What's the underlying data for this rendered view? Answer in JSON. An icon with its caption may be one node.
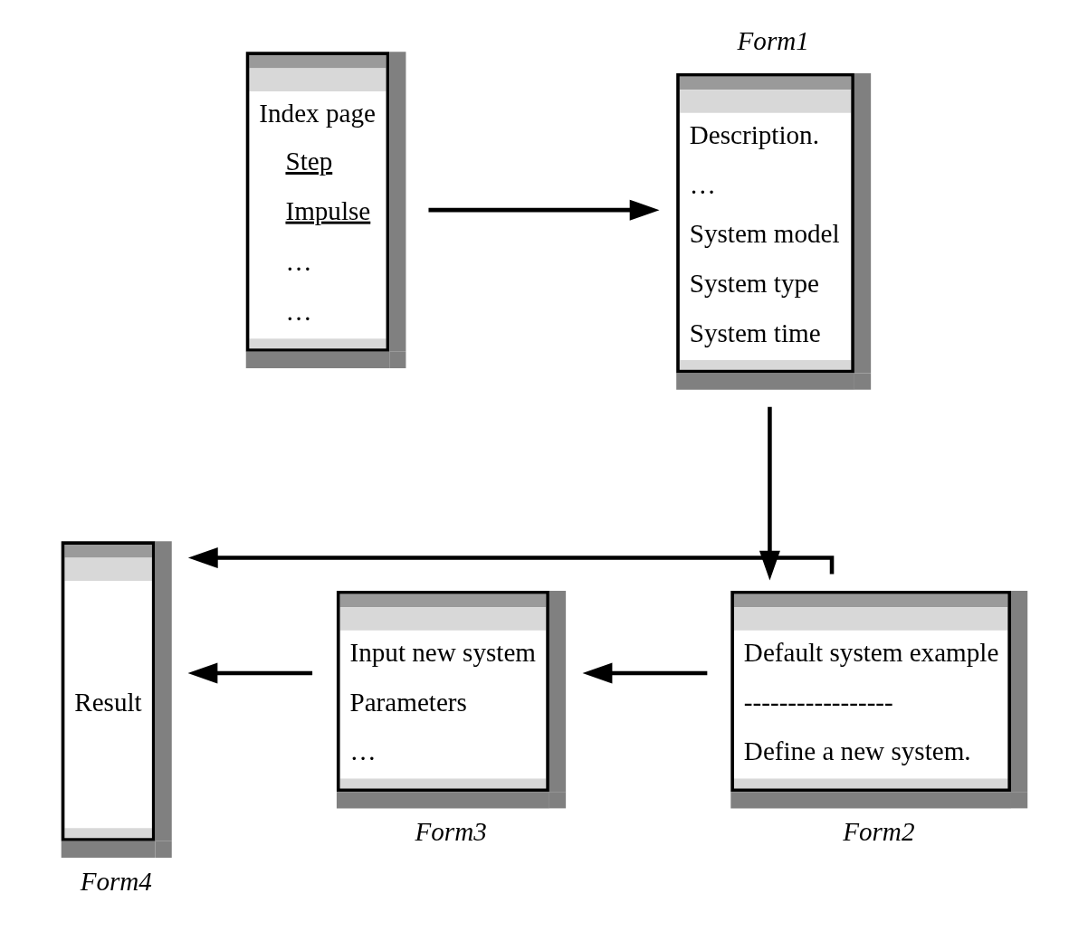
{
  "diagram": {
    "nodes": [
      {
        "text": [
          "Index page",
          "Step",
          "Impulse",
          "…",
          "…"
        ]
      },
      {
        "text": [
          "Description.",
          "…",
          "System model",
          "System type",
          "System time"
        ],
        "beside": [
          "Form1"
        ]
      },
      {
        "text": [
          "Default system example",
          "-----------------",
          "Define a new system."
        ],
        "beside": [
          "Form2"
        ]
      },
      {
        "text": [
          "Input new system",
          "Parameters",
          "…"
        ],
        "beside": [
          "Form3"
        ]
      },
      {
        "text": [
          "Result"
        ],
        "beside": [
          "Form4"
        ]
      }
    ],
    "edges": [
      {
        "from": 0,
        "to": 1,
        "arrow": "to"
      },
      {
        "from": 1,
        "to": 2,
        "arrow": "to"
      },
      {
        "from": 2,
        "to": 4,
        "arrow": "to"
      },
      {
        "from": 2,
        "to": 3,
        "arrow": "to"
      },
      {
        "from": 3,
        "to": 4,
        "arrow": "to"
      }
    ]
  }
}
